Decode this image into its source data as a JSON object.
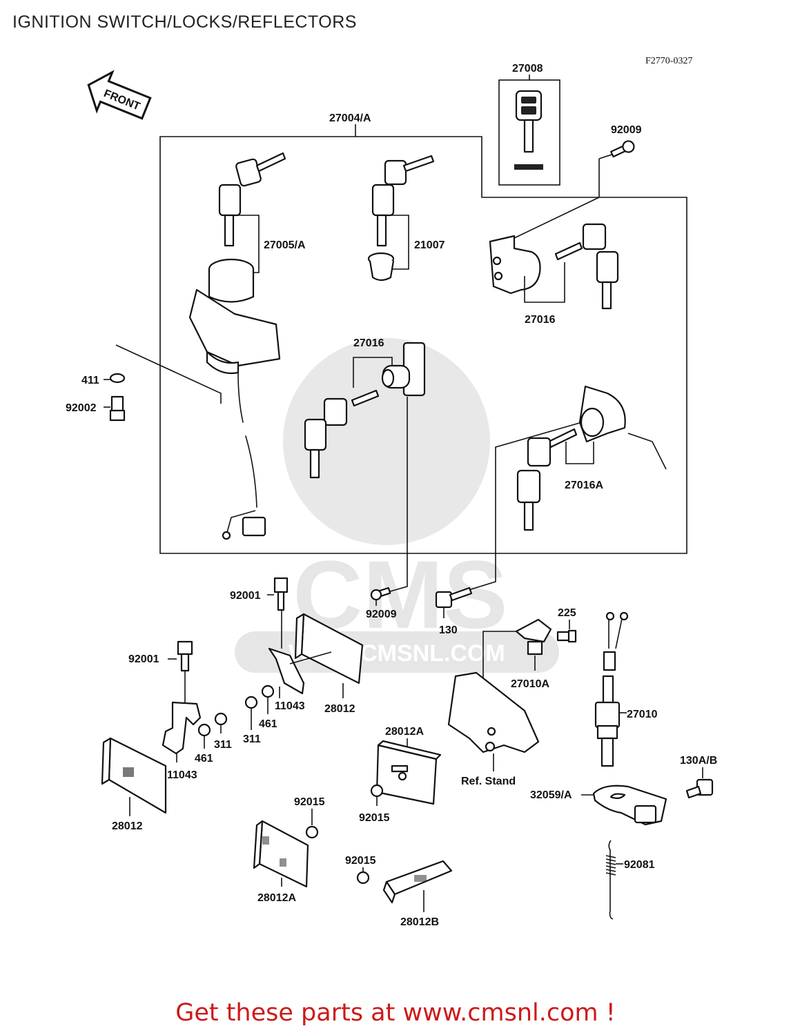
{
  "title": "IGNITION SWITCH/LOCKS/REFLECTORS",
  "figure_code": "F2770-0327",
  "front_arrow_label": "FRONT",
  "watermark": {
    "brand": "CMS",
    "url": "WWW.CMSNL.COM"
  },
  "callouts": {
    "p27008": "27008",
    "p27004A": "27004/A",
    "p92009_top": "92009",
    "p27005A": "27005/A",
    "p21007": "21007",
    "p27016_right": "27016",
    "p27016_mid": "27016",
    "p411": "411",
    "p92002": "92002",
    "p27016A": "27016A",
    "p92001_a": "92001",
    "p92009_low": "92009",
    "p130": "130",
    "p225": "225",
    "p92001_b": "92001",
    "p27010A": "27010A",
    "p11043_a": "11043",
    "p28012_a": "28012",
    "p461_a": "461",
    "p311_a": "311",
    "p27010": "27010",
    "p461_b": "461",
    "p311_b": "311",
    "p28012A_a": "28012A",
    "p11043_b": "11043",
    "p_refstand": "Ref. Stand",
    "p130AB": "130A/B",
    "p32059A": "32059/A",
    "p92015_a": "92015",
    "p92015_b": "92015",
    "p28012_b": "28012",
    "p92015_c": "92015",
    "p92081": "92081",
    "p28012A_b": "28012A",
    "p28012B": "28012B"
  },
  "footer": {
    "text": "Get these parts at www.cmsnl.com !"
  }
}
